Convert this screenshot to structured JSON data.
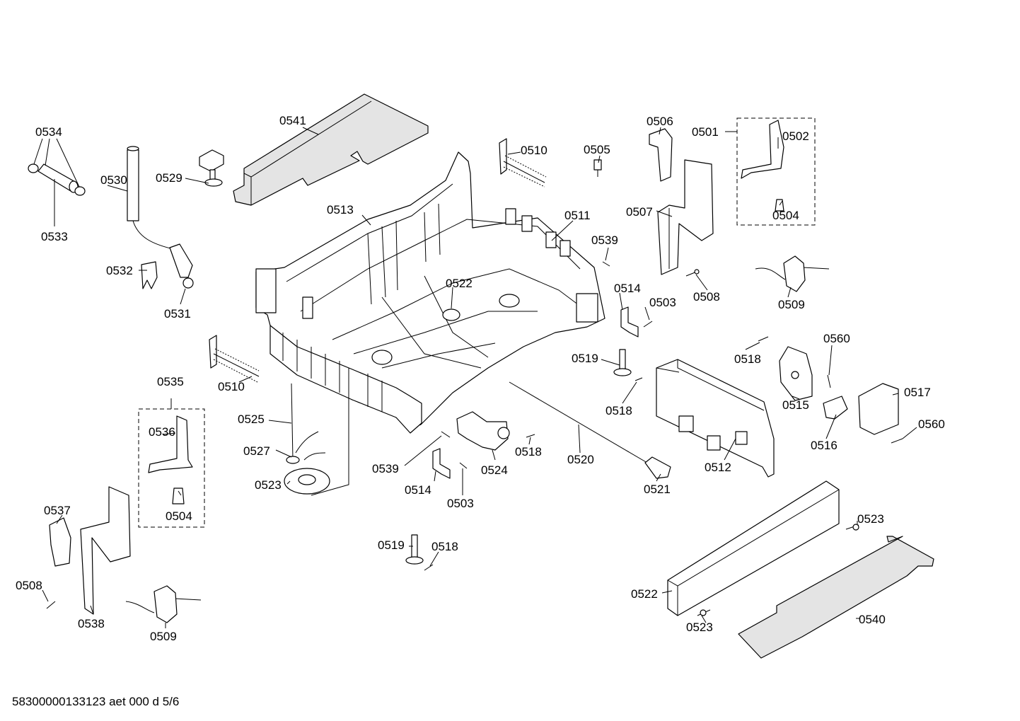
{
  "footer": "58300000133123 aet 000 d 5/6",
  "labels": {
    "l0501": "0501",
    "l0502": "0502",
    "l0503a": "0503",
    "l0503b": "0503",
    "l0504a": "0504",
    "l0504b": "0504",
    "l0505": "0505",
    "l0506": "0506",
    "l0507": "0507",
    "l0508a": "0508",
    "l0508b": "0508",
    "l0509a": "0509",
    "l0509b": "0509",
    "l0510a": "0510",
    "l0510b": "0510",
    "l0511": "0511",
    "l0512": "0512",
    "l0513": "0513",
    "l0514a": "0514",
    "l0514b": "0514",
    "l0515": "0515",
    "l0516": "0516",
    "l0517": "0517",
    "l0518a": "0518",
    "l0518b": "0518",
    "l0518c": "0518",
    "l0518d": "0518",
    "l0519a": "0519",
    "l0519b": "0519",
    "l0520": "0520",
    "l0521": "0521",
    "l0522a": "0522",
    "l0522b": "0522",
    "l0523a": "0523",
    "l0523b": "0523",
    "l0523c": "0523",
    "l0524": "0524",
    "l0525": "0525",
    "l0527": "0527",
    "l0529": "0529",
    "l0530": "0530",
    "l0531": "0531",
    "l0532": "0532",
    "l0533": "0533",
    "l0534": "0534",
    "l0535": "0535",
    "l0536": "0536",
    "l0537": "0537",
    "l0538": "0538",
    "l0539a": "0539",
    "l0539b": "0539",
    "l0540": "0540",
    "l0541": "0541",
    "l0560a": "0560",
    "l0560b": "0560"
  }
}
